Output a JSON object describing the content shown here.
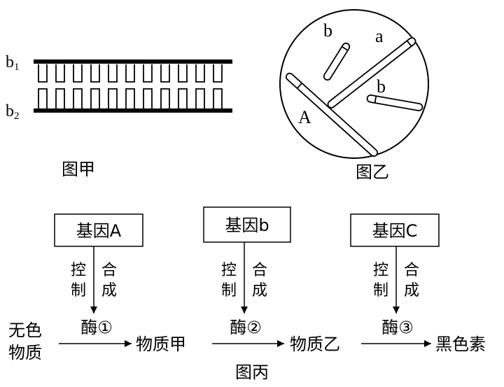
{
  "figure_jia": {
    "strand_top_label": "b",
    "strand_top_sub": "1",
    "strand_bottom_label": "b",
    "strand_bottom_sub": "2",
    "caption": "图甲"
  },
  "figure_yi": {
    "labels": {
      "b_top": "b",
      "a": "a",
      "b_right": "b",
      "A": "A"
    },
    "caption": "图乙"
  },
  "figure_bing": {
    "caption": "图丙",
    "genes": [
      {
        "label": "基因A"
      },
      {
        "label": "基因b"
      },
      {
        "label": "基因C"
      }
    ],
    "control_left": [
      "控",
      "制"
    ],
    "control_right": [
      "合",
      "成"
    ],
    "enzymes": [
      "酶①",
      "酶②",
      "酶③"
    ],
    "substances": {
      "start_line1": "无色",
      "start_line2": "物质",
      "middle1": "物质甲",
      "middle2": "物质乙",
      "end": "黑色素"
    }
  }
}
